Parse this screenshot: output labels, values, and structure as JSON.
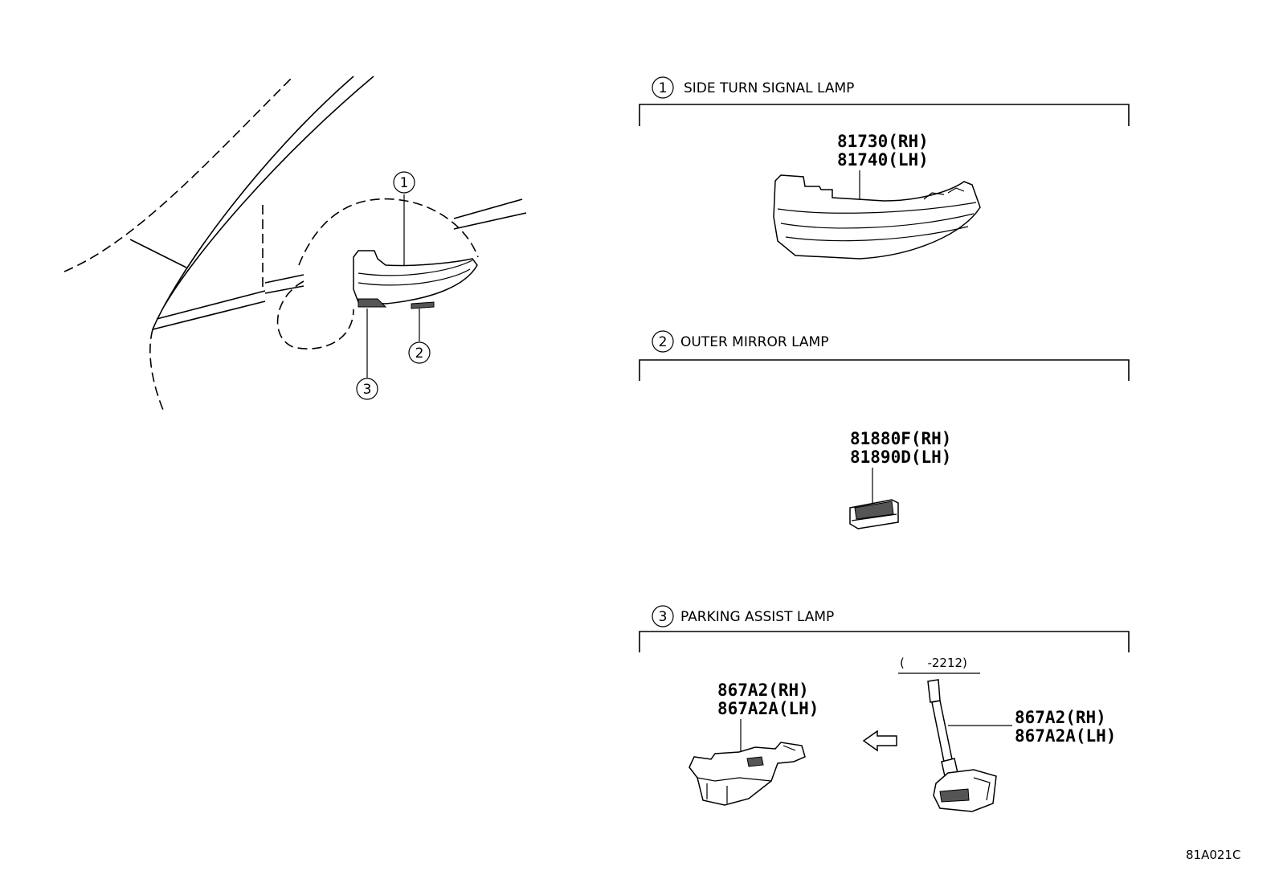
{
  "callouts": [
    "1",
    "2",
    "3"
  ],
  "sections": [
    {
      "number": "1",
      "title": "SIDE TURN SIGNAL LAMP",
      "part_numbers": [
        "81730(RH)",
        "81740(LH)"
      ]
    },
    {
      "number": "2",
      "title": "OUTER MIRROR LAMP",
      "part_numbers": [
        "81880F(RH)",
        "81890D(LH)"
      ]
    },
    {
      "number": "3",
      "title": "PARKING ASSIST LAMP",
      "left_part_numbers": [
        "867A2(RH)",
        "867A2A(LH)"
      ],
      "date_range": "(      -2212)",
      "right_part_numbers": [
        "867A2(RH)",
        "867A2A(LH)"
      ]
    }
  ],
  "figure_code": "81A021C"
}
